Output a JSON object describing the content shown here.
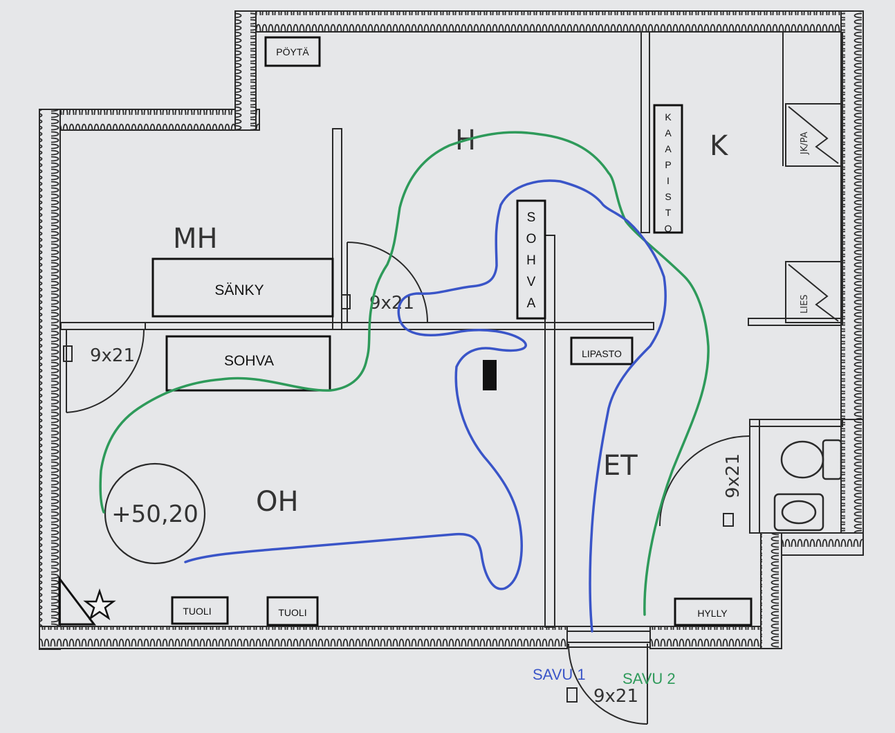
{
  "rooms": {
    "mh": "MH",
    "h": "H",
    "k": "K",
    "oh": "OH",
    "et": "ET"
  },
  "furniture": {
    "poyta": "PÖYTÄ",
    "sanky": "SÄNKY",
    "sohva_lower": "SOHVA",
    "sohva_vertical": "SOHVA",
    "kaapisto": "KAAPISTO",
    "lipasto": "LIPASTO",
    "tuoli_1": "TUOLI",
    "tuoli_2": "TUOLI",
    "hylly": "HYLLY"
  },
  "door_labels": {
    "left": "9x21",
    "bedroom": "9x21",
    "bathroom": "9x21",
    "entrance": "9x21"
  },
  "small_labels": {
    "jkpa": "JK/PA",
    "lies": "LIES"
  },
  "elevation": "+50,20",
  "smoke_paths": [
    {
      "label": "SAVU 1",
      "color": "#3a55c8"
    },
    {
      "label": "SAVU 2",
      "color": "#2e9a5a"
    }
  ],
  "colors": {
    "wall": "#2a2a2a",
    "paper": "#e6e7e9"
  },
  "icons": {
    "start_marker": "star-icon"
  }
}
